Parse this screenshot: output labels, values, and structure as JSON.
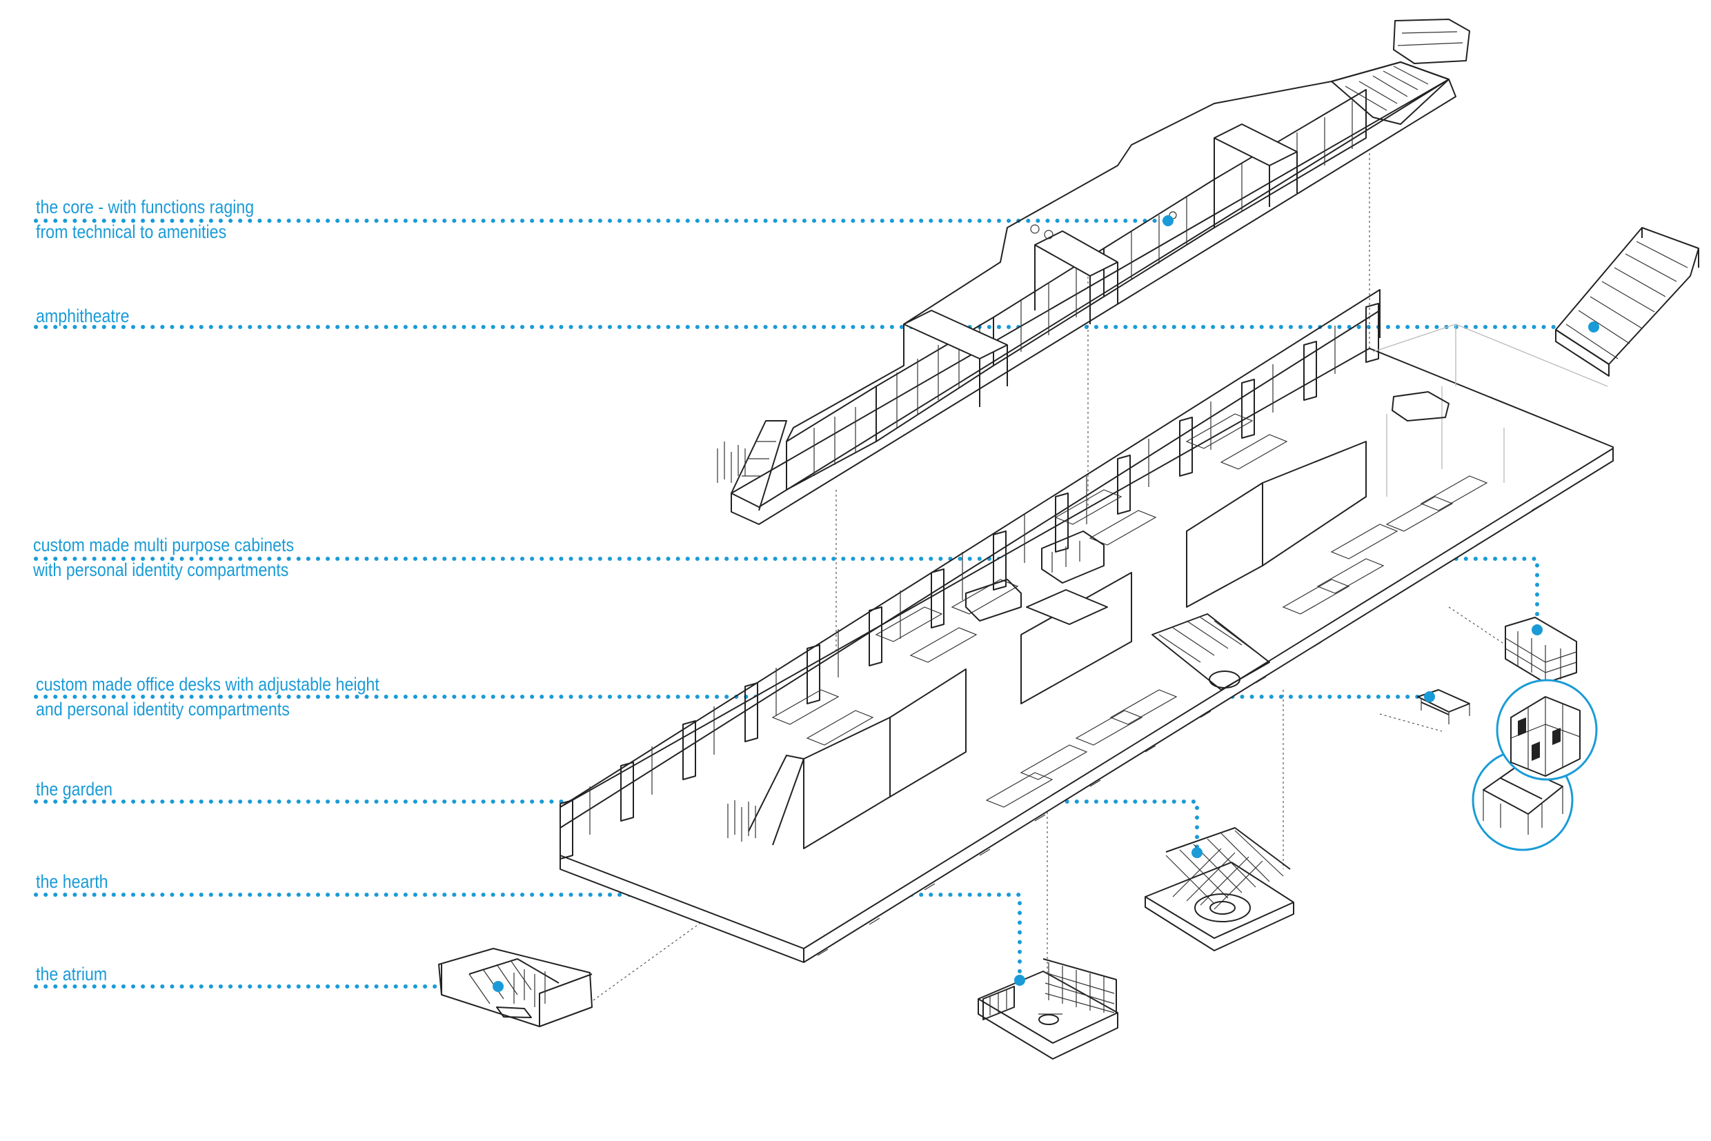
{
  "labels": {
    "core_1": "the core - with functions raging",
    "core_2": "from technical to amenities",
    "amphitheatre": "amphitheatre",
    "cabinets_1": "custom made multi purpose cabinets",
    "cabinets_2": "with personal identity compartments",
    "desks_1": "custom made office desks with adjustable height",
    "desks_2": "and personal identity compartments",
    "garden": "the garden",
    "hearth": "the hearth",
    "atrium": "the atrium"
  },
  "colors": {
    "accent": "#1a9bd7",
    "line": "#222222",
    "ghost": "#bdbdbd"
  }
}
